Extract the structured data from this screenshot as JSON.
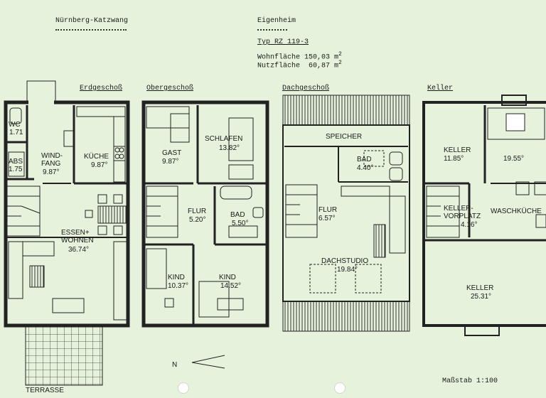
{
  "header": {
    "location": "Nürnberg-Katzwang",
    "type_title": "Eigenheim",
    "typ": "Typ RZ 119-3",
    "wohnflaeche": "Wohnfläche 150,03 m",
    "nutzflaeche": "Nutzfläche  60,87 m",
    "sup": "2"
  },
  "sections": {
    "erdgeschoss": "Erdgeschoß",
    "obergeschoss": "Obergeschoß",
    "dachgeschoss": "Dachgeschoß",
    "keller": "Keller"
  },
  "rooms": {
    "wc": {
      "name": "WC",
      "area": "1.71"
    },
    "abs": {
      "name": "ABS",
      "area": "1.75"
    },
    "windfang": {
      "name1": "WIND-",
      "name2": "FANG",
      "area": "9.87°"
    },
    "kueche": {
      "name": "KÜCHE",
      "area": "9.87°"
    },
    "essen": {
      "name1": "ESSEN+",
      "name2": "WOHNEN",
      "area": "36.74°"
    },
    "terrasse": {
      "name": "TERRASSE"
    },
    "gast": {
      "name": "GAST",
      "area": "9.87°"
    },
    "schlafen": {
      "name": "SCHLAFEN",
      "area": "13.82°"
    },
    "flur_og": {
      "name": "FLUR",
      "area": "5.20°"
    },
    "bad_og": {
      "name": "BAD",
      "area": "5.50°"
    },
    "kind1": {
      "name": "KIND",
      "area": "10.37°"
    },
    "kind2": {
      "name": "KIND",
      "area": "14.52°"
    },
    "speicher": {
      "name": "SPEICHER"
    },
    "bad_dg": {
      "name": "BAD",
      "area": "4.40°"
    },
    "flur_dg": {
      "name": "FLUR",
      "area": "6.57°"
    },
    "dachstudio": {
      "name": "DACHSTUDIO",
      "area": "19.84°"
    },
    "keller1": {
      "name": "KELLER",
      "area": "11.85°"
    },
    "keller2": {
      "area": "19.55°"
    },
    "kellervorplatz": {
      "name1": "KELLER-",
      "name2": "VORPLATZ",
      "area": "4.16°"
    },
    "waschkueche": {
      "name": "WASCHKÜCHE"
    },
    "keller3": {
      "name": "KELLER",
      "area": "25.31°"
    }
  },
  "north_label": "N",
  "massstab": "Maßstab 1:100"
}
